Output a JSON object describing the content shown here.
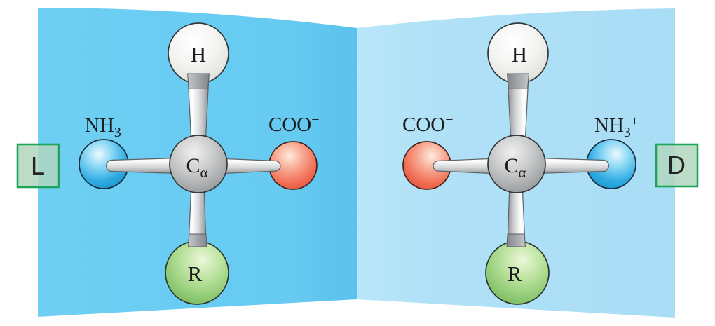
{
  "molecule_labels": {
    "hydrogen": "H",
    "r_group": "R",
    "alpha_carbon": {
      "base": "C",
      "sub": "α"
    },
    "amino": {
      "base": "NH",
      "sub": "3",
      "sup": "+"
    },
    "carboxyl": {
      "base": "COO",
      "sup": "−"
    }
  },
  "stereo_labels": {
    "left": "L",
    "right": "D"
  },
  "colors": {
    "panel_left": "#62C8F0",
    "panel_right": "#AEE0F7",
    "amino_sphere": "#2FACE3",
    "carboxyl_sphere": "#F0705A",
    "r_sphere": "#8FCA74",
    "hydrogen_sphere": "#F2F3F0",
    "alpha_carbon_sphere": "#B0B2B4",
    "bond_stick": "#D9DADB",
    "stereo_box_border": "#1EA55A",
    "stereo_box_fill": "#BCDBC6",
    "label_text": "#1C1C1C"
  }
}
